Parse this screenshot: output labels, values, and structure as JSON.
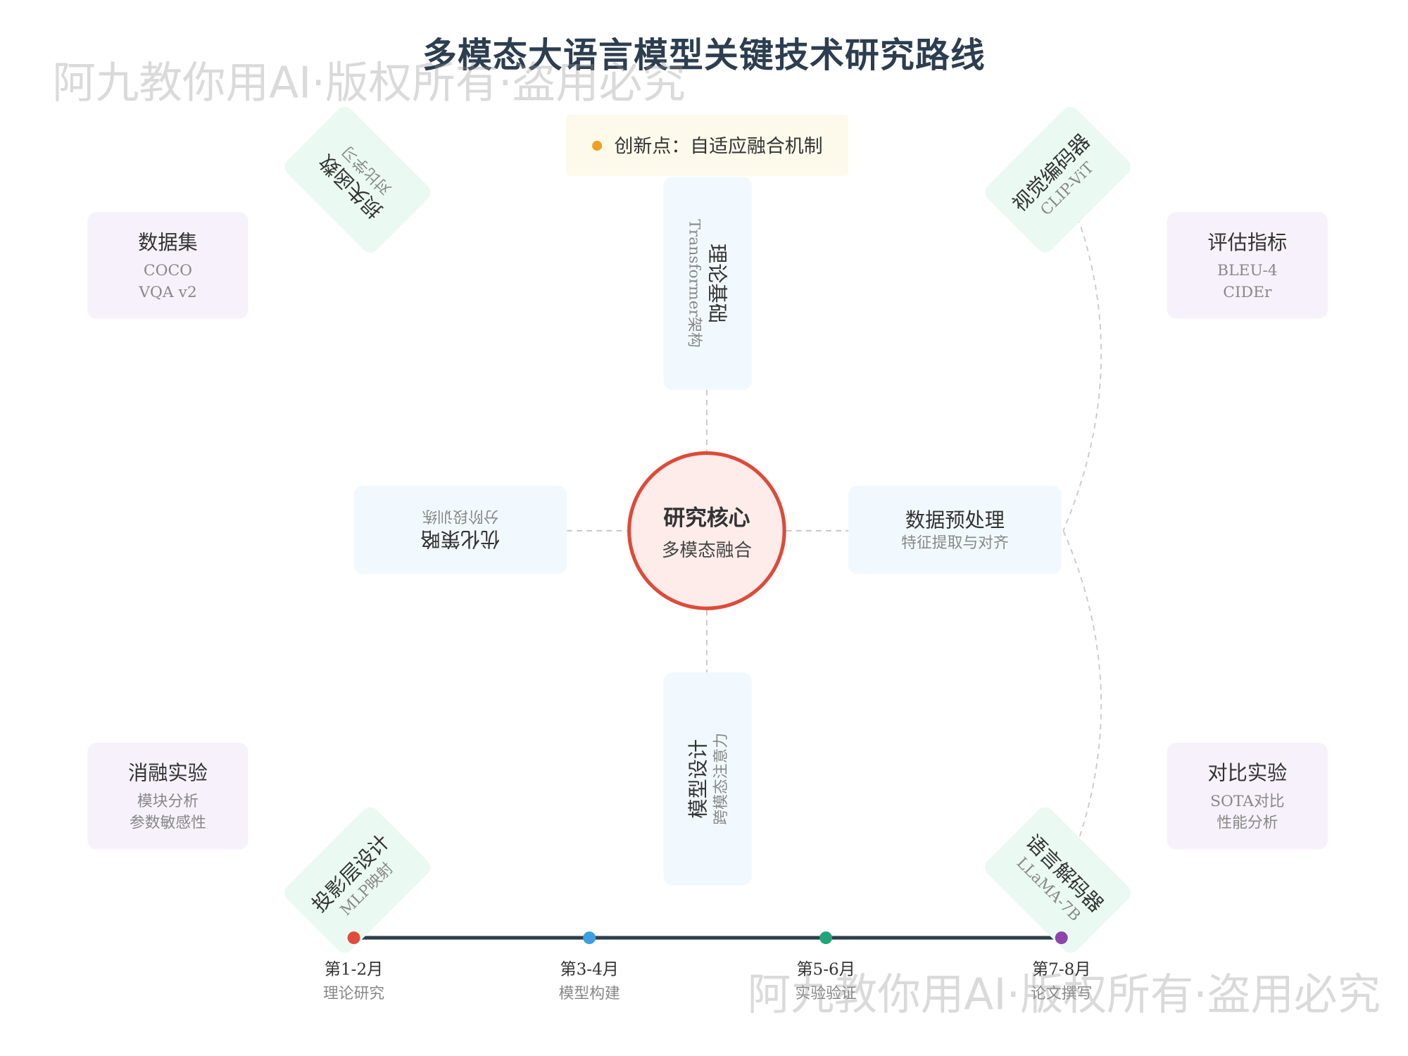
{
  "title": "多模态大语言模型关键技术研究路线",
  "watermark": "阿九教你用AI·版权所有·盗用必究",
  "callout": {
    "text": "创新点：自适应融合机制",
    "dot_color": "#f0a020"
  },
  "center": {
    "title": "研究核心",
    "subtitle": "多模态融合",
    "border_color": "#dd4b39"
  },
  "nodes": {
    "theory": {
      "title": "理论基础",
      "subtitle": "Transformer架构"
    },
    "model": {
      "title": "模型设计",
      "subtitle": "跨模态注意力"
    },
    "preprocess": {
      "title": "数据预处理",
      "subtitle": "特征提取与对齐"
    },
    "optimize": {
      "title": "优化策略",
      "subtitle": "分阶段训练"
    },
    "vision": {
      "title": "视觉编码器",
      "subtitle": "CLIP-ViT"
    },
    "loss": {
      "title": "损失函数",
      "subtitle": "对比学习"
    },
    "projection": {
      "title": "投影层设计",
      "subtitle": "MLP映射"
    },
    "decoder": {
      "title": "语言解码器",
      "subtitle": "LLaMA-7B"
    },
    "dataset": {
      "title": "数据集",
      "lines": [
        "COCO",
        "VQA v2"
      ]
    },
    "metrics": {
      "title": "评估指标",
      "lines": [
        "BLEU-4",
        "CIDEr"
      ]
    },
    "ablation": {
      "title": "消融实验",
      "lines": [
        "模块分析",
        "参数敏感性"
      ]
    },
    "comparison": {
      "title": "对比实验",
      "lines": [
        "SOTA对比",
        "性能分析"
      ]
    }
  },
  "timeline": [
    {
      "period": "第1-2月",
      "phase": "理论研究",
      "color": "#e04b3c"
    },
    {
      "period": "第3-4月",
      "phase": "模型构建",
      "color": "#3d9ee0"
    },
    {
      "period": "第5-6月",
      "phase": "实验验证",
      "color": "#20a57a"
    },
    {
      "period": "第7-8月",
      "phase": "论文撰写",
      "color": "#8e44ad"
    }
  ]
}
